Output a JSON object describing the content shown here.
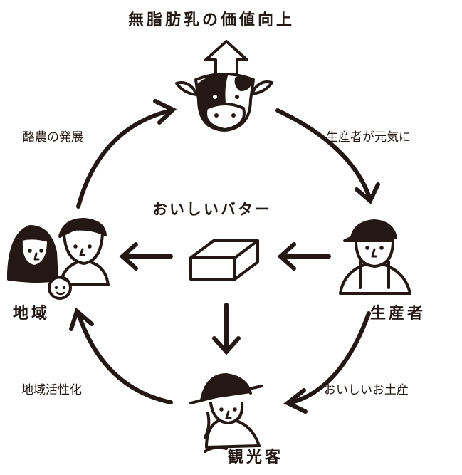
{
  "diagram": {
    "colors": {
      "ink": "#231815",
      "background": "#ffffff",
      "fill": "#ffffff"
    },
    "nodes": {
      "top": "無脂肪乳の価値向上",
      "right": "生産者",
      "bottom": "観光客",
      "left": "地域",
      "center": "おいしいバター"
    },
    "edges": {
      "top_to_right": "生産者が元気に",
      "right_to_bottom": "おいしいお土産",
      "bottom_to_left": "地域活性化",
      "left_to_top": "酪農の発展"
    },
    "icons": {
      "top": "cow-with-up-arrow-icon",
      "right": "farmer-icon",
      "bottom": "tourist-icon",
      "left": "family-icon",
      "center": "butter-block-icon"
    }
  }
}
